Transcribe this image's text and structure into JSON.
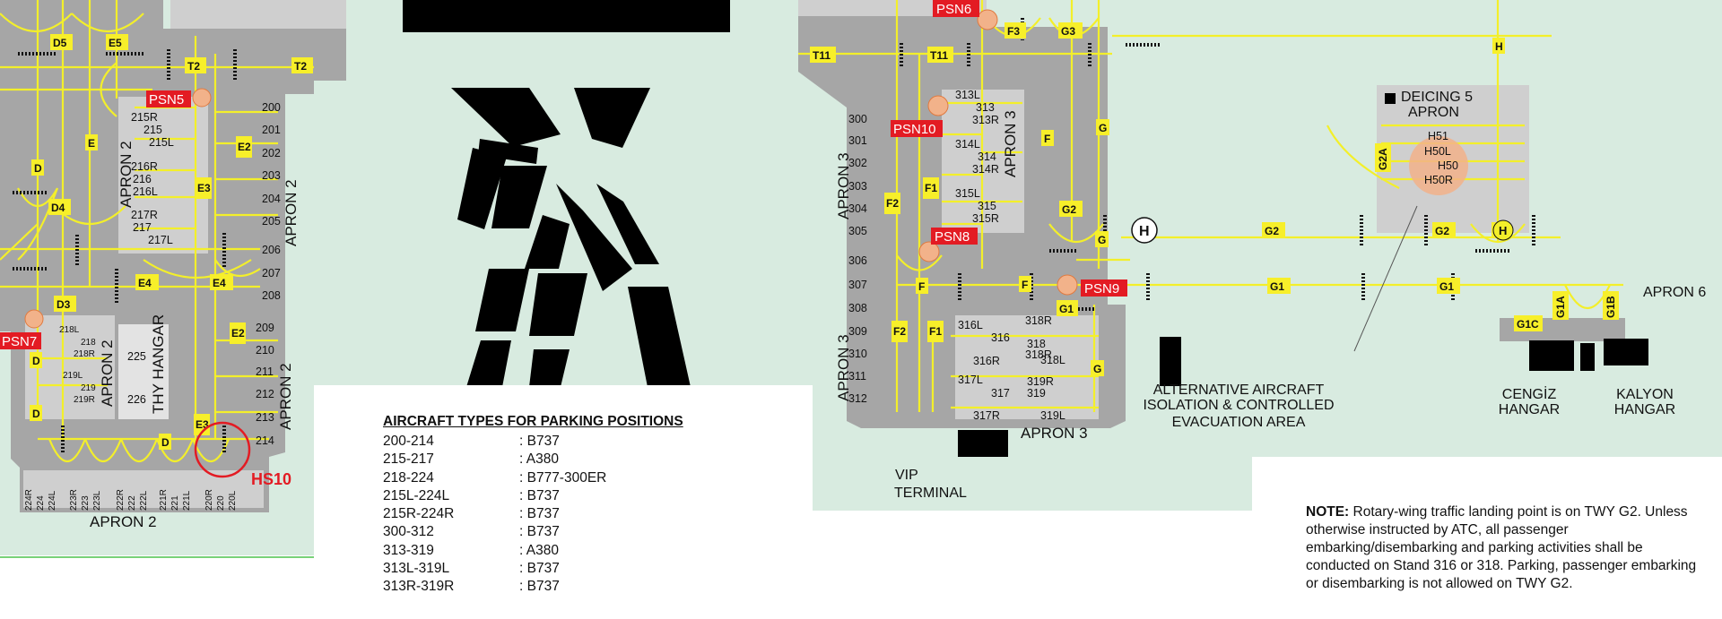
{
  "colors": {
    "grass": "#d8ebe0",
    "apron": "#a6a6a6",
    "apron_light": "#cfcfcf",
    "taxiline": "#f3ef2a",
    "sign_bg": "#f7ef2a",
    "psn": "#e31b23",
    "hotspot": "#e31b23",
    "hotspot_fill": "#f2b28a"
  },
  "psn_labels": {
    "psn5": "PSN5",
    "psn6": "PSN6",
    "psn7": "PSN7",
    "psn8": "PSN8",
    "psn9": "PSN9",
    "psn10": "PSN10"
  },
  "hotspot_label": "HS10",
  "taxiway_signs": {
    "d5": "D5",
    "e5": "E5",
    "t2a": "T2",
    "t2b": "T2",
    "e_left": "E",
    "d_left": "D",
    "d4": "D4",
    "d3": "D3",
    "e4a": "E4",
    "e4b": "E4",
    "e3a": "E3",
    "e3b": "E3",
    "e2a": "E2",
    "e2b": "E2",
    "d_mid": "D",
    "d_low": "D",
    "d_apron": "D",
    "t11a": "T11",
    "t11b": "T11",
    "f3": "F3",
    "g3": "G3",
    "f_up": "F",
    "g_up": "G",
    "f2a": "F2",
    "f1a": "F1",
    "f2b": "F2",
    "f1b": "F1",
    "f_a": "F",
    "f_b": "F",
    "g2_sign": "G2",
    "g_sign": "G",
    "g1_sign": "G1",
    "g_low": "G",
    "g2_mid": "G2",
    "g2_right": "G2",
    "g2a": "G2A",
    "g1_mid": "G1",
    "g1_right": "G1",
    "g1a": "G1A",
    "g1b": "G1B",
    "g1c": "G1C",
    "h_top": "H",
    "h_sign": "H",
    "h51": "H51",
    "h50l": "H50L",
    "h50": "H50",
    "h50r": "H50R"
  },
  "helipad_labels": {
    "west": "H",
    "east": "H"
  },
  "apron_labels": {
    "apron2_a": "APRON 2",
    "apron2_b": "APRON 2",
    "apron2_c": "APRON 2",
    "apron2_d": "APRON 2",
    "apron2_bottom": "APRON 2",
    "apron3_a": "APRON 3",
    "apron3_b": "APRON 3",
    "apron3_c": "APRON 3",
    "apron3_bottom": "APRON 3",
    "apron6": "APRON 6",
    "deicing": "DEICING 5",
    "deicing_apron": "APRON"
  },
  "building_labels": {
    "thy_hangar": "THY HANGAR",
    "vip": "VIP",
    "vip2": "TERMINAL",
    "cengiz": "CENGİZ",
    "cengiz2": "HANGAR",
    "kalyon": "KALYON",
    "kalyon2": "HANGAR"
  },
  "isolation_area": [
    "ALTERNATIVE AIRCRAFT",
    "ISOLATION & CONTROLLED",
    "EVACUATION AREA"
  ],
  "stands_apron2_right": [
    "200",
    "201",
    "202",
    "203",
    "204",
    "205",
    "206",
    "207",
    "208",
    "209",
    "210",
    "211",
    "212",
    "213",
    "214"
  ],
  "stands_apron2_upper": [
    "215R",
    "215",
    "215L",
    "216R",
    "216",
    "216L",
    "217R",
    "217",
    "217L"
  ],
  "stands_apron2_lower": [
    "218L",
    "218",
    "218R",
    "219L",
    "219",
    "219R"
  ],
  "stands_thy": [
    "225",
    "226"
  ],
  "stands_apron2_bottom": [
    "224R",
    "224",
    "224L",
    "223R",
    "223",
    "223L",
    "222R",
    "222",
    "222L",
    "221R",
    "221",
    "221L",
    "220R",
    "220",
    "220L"
  ],
  "stands_apron3_left": [
    "300",
    "301",
    "302",
    "303",
    "304",
    "305",
    "306",
    "307",
    "308",
    "309",
    "310",
    "311",
    "312"
  ],
  "stands_apron3_upper": [
    "313L",
    "313",
    "313R",
    "314L",
    "314",
    "314R",
    "315L",
    "315",
    "315R"
  ],
  "stands_apron3_lower": [
    "316L",
    "316",
    "316R",
    "317L",
    "317",
    "317R",
    "318R",
    "318",
    "318L",
    "319R",
    "319",
    "319L"
  ],
  "aircraft_table": {
    "title": "AIRCRAFT TYPES FOR PARKING POSITIONS",
    "rows": [
      {
        "positions": "200-214",
        "type": ": B737"
      },
      {
        "positions": "215-217",
        "type": ": A380"
      },
      {
        "positions": "218-224",
        "type": ": B777-300ER"
      },
      {
        "positions": "215L-224L",
        "type": ": B737"
      },
      {
        "positions": "215R-224R",
        "type": ": B737"
      },
      {
        "positions": "300-312",
        "type": ": B737"
      },
      {
        "positions": "313-319",
        "type": ": A380"
      },
      {
        "positions": "313L-319L",
        "type": ": B737"
      },
      {
        "positions": "313R-319R",
        "type": ": B737"
      }
    ]
  },
  "note": {
    "label": "NOTE:",
    "text": "Rotary-wing traffic landing point is on TWY G2. Unless otherwise instructed by ATC, all passenger embarking/disembarking and parking activities shall be conducted on Stand 316 or 318. Parking, passenger embarking or disembarking is not allowed on TWY G2."
  }
}
